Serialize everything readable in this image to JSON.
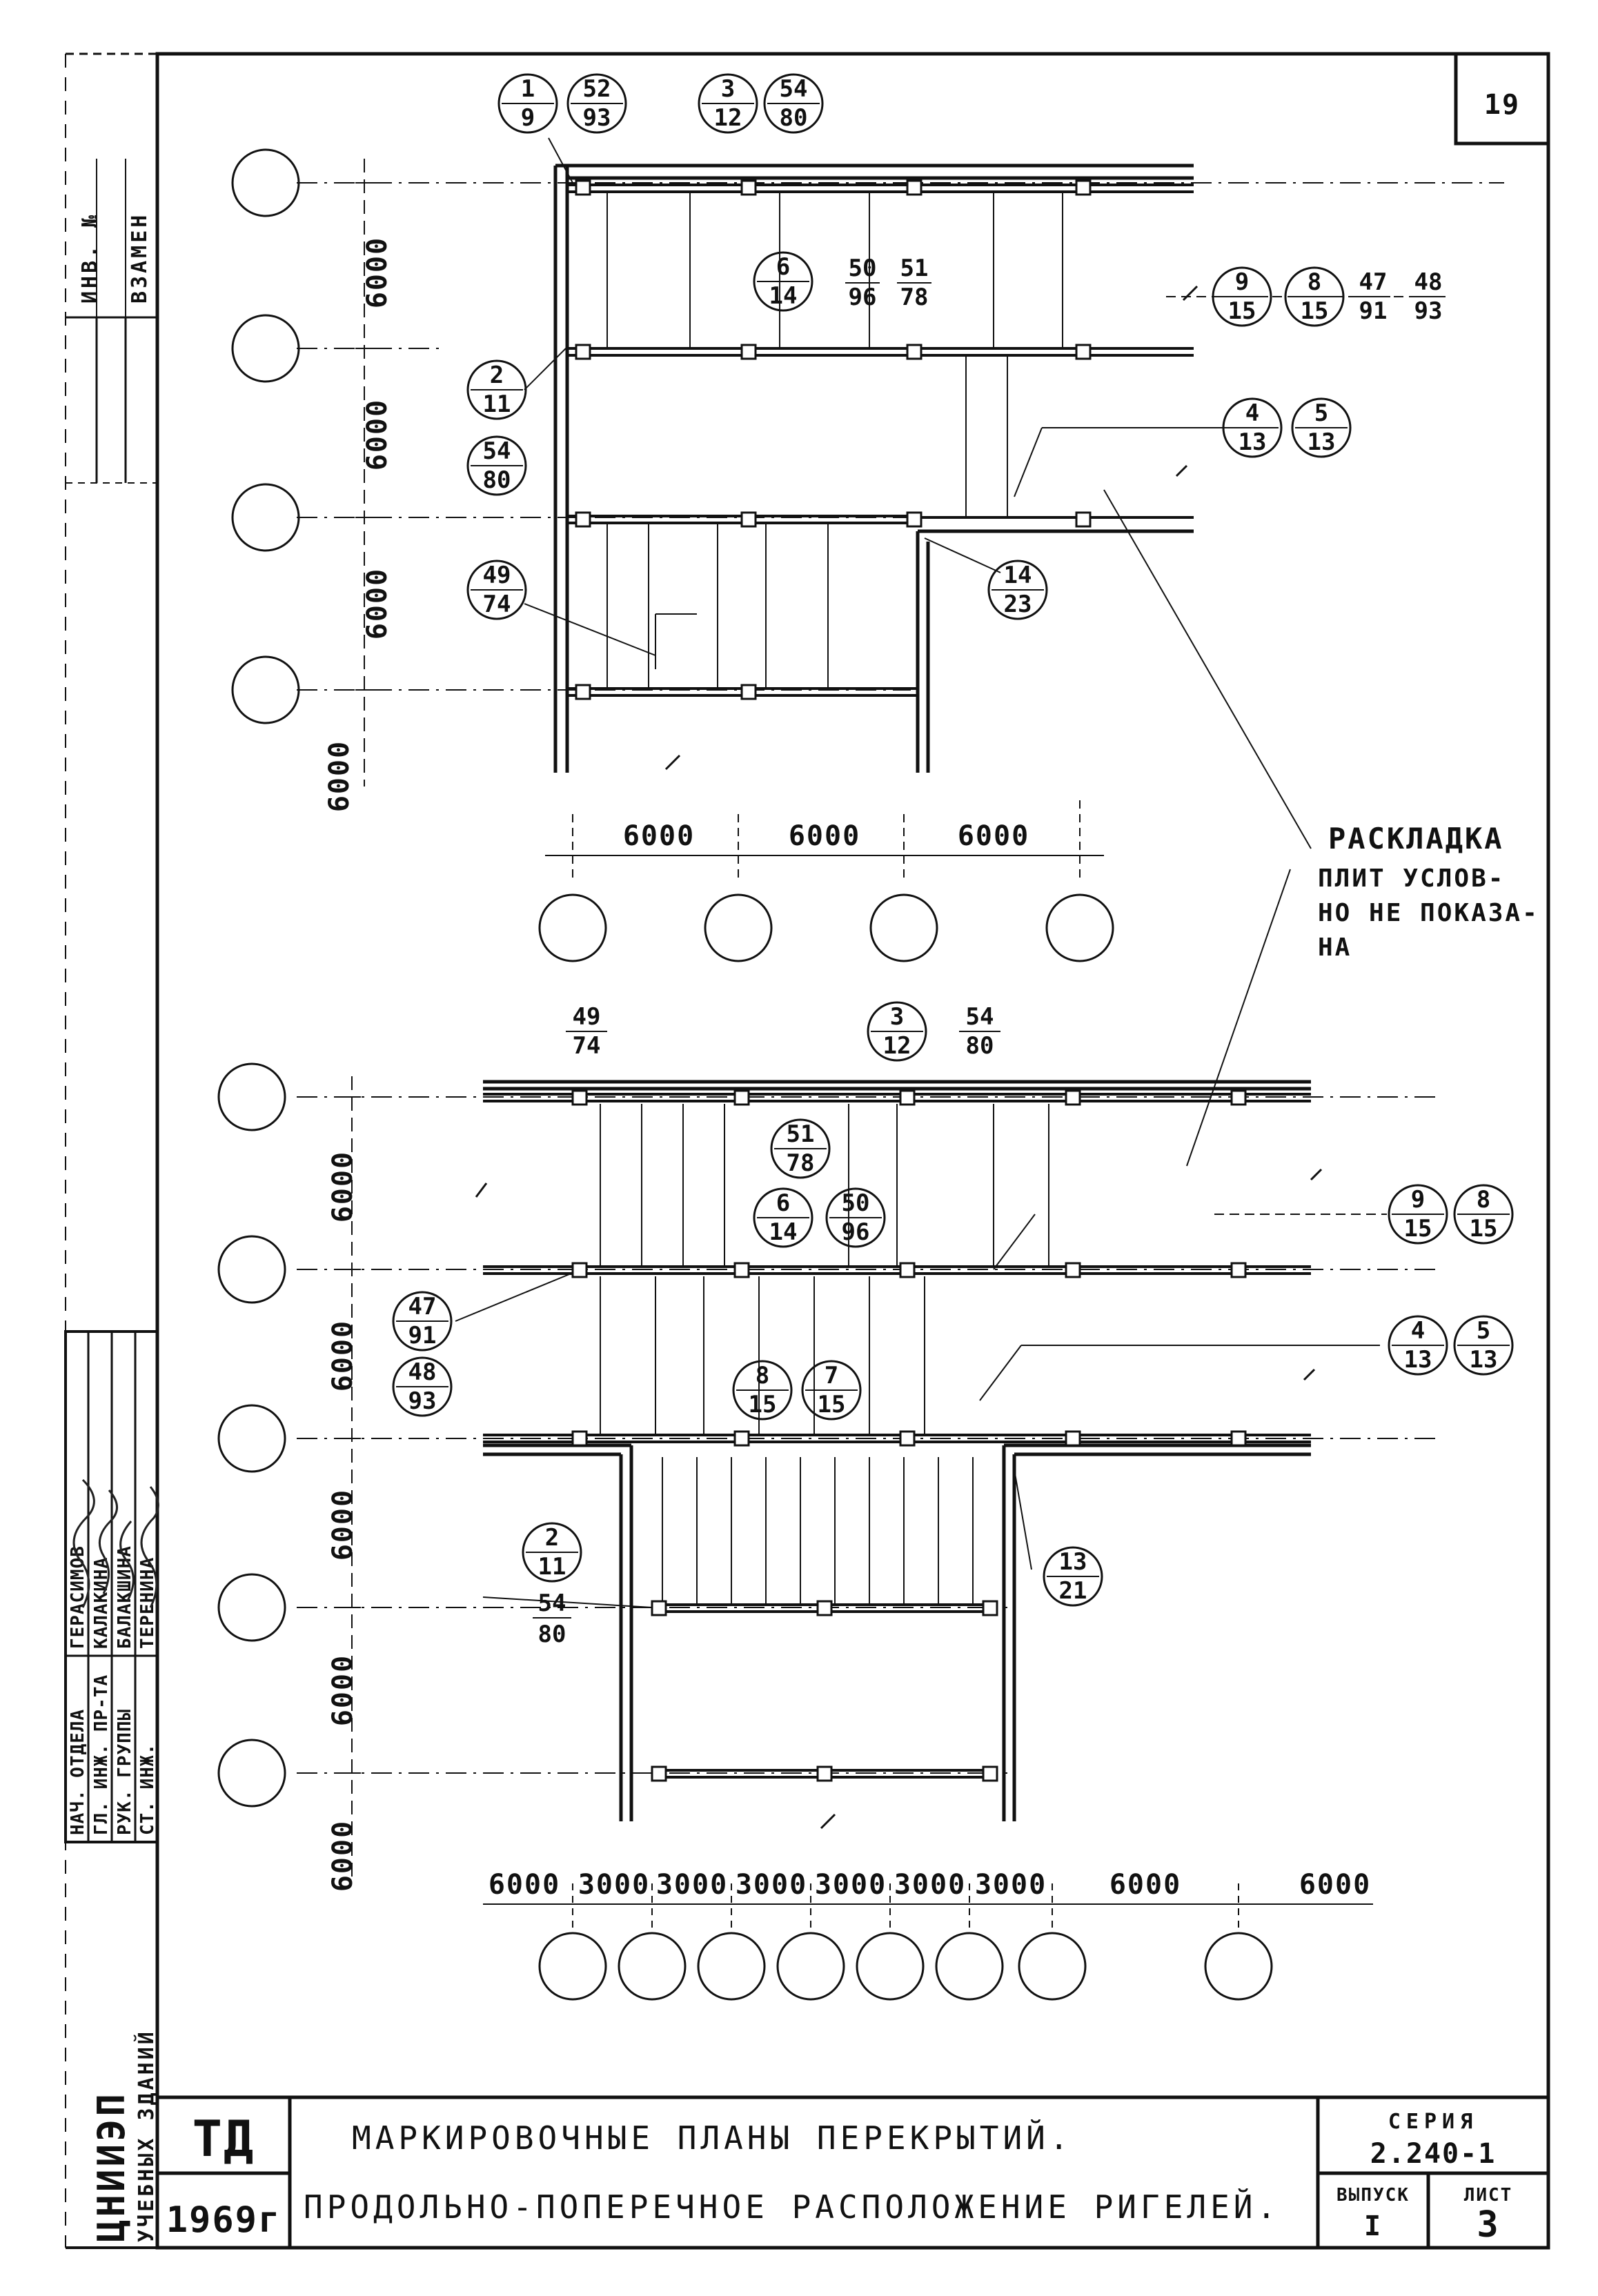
{
  "sheet_number": "19",
  "title_block": {
    "code": "ТД",
    "year": "1969г",
    "title_line1": "МАРКИРОВОЧНЫЕ ПЛАНЫ ПЕРЕКРЫТИЙ.",
    "title_line2": "ПРОДОЛЬНО-ПОПЕРЕЧНОЕ РАСПОЛОЖЕНИЕ РИГЕЛЕЙ.",
    "series_label": "СЕРИЯ",
    "series_value": "2.240-1",
    "issue_label": "ВЫПУСК",
    "issue_value": "I",
    "sheet_label": "ЛИСТ",
    "sheet_value": "3"
  },
  "org": {
    "name": "ЦНИИЭП",
    "subtitle": "УЧЕБНЫХ ЗДАНИЙ"
  },
  "side_stamp": {
    "inv_label": "ИНВ. №",
    "vzamen_label": "ВЗАМЕН"
  },
  "staff": [
    {
      "role": "НАЧ. ОТДЕЛА",
      "name": "ГЕРАСИМОВ"
    },
    {
      "role": "ГЛ. ИНЖ. ПР-ТА",
      "name": "КАЛАКИНА"
    },
    {
      "role": "РУК. ГРУППЫ",
      "name": "БАЛАКШИНА"
    },
    {
      "role": "СТ. ИНЖ.",
      "name": "ТЕРЕНИНА"
    }
  ],
  "note": {
    "line1": "РАСКЛАДКА",
    "line2": "ПЛИТ УСЛОВ-",
    "line3": "НО НЕ ПОКАЗА-",
    "line4": "НА"
  },
  "plan_top": {
    "vertical_dims": [
      "6000",
      "6000",
      "6000",
      "6000"
    ],
    "horizontal_dims": [
      "6000",
      "6000",
      "6000"
    ],
    "marks": [
      {
        "top": "1",
        "bottom": "9"
      },
      {
        "top": "52",
        "bottom": "93"
      },
      {
        "top": "3",
        "bottom": "12"
      },
      {
        "top": "54",
        "bottom": "80"
      },
      {
        "top": "6",
        "bottom": "14"
      },
      {
        "top": "9",
        "bottom": "15"
      },
      {
        "top": "8",
        "bottom": "15"
      },
      {
        "top": "2",
        "bottom": "11"
      },
      {
        "top": "54",
        "bottom": "80"
      },
      {
        "top": "4",
        "bottom": "13"
      },
      {
        "top": "5",
        "bottom": "13"
      },
      {
        "top": "49",
        "bottom": "74"
      },
      {
        "top": "14",
        "bottom": "23"
      }
    ],
    "fractions": [
      {
        "top": "50",
        "bottom": "96"
      },
      {
        "top": "51",
        "bottom": "78"
      },
      {
        "top": "47",
        "bottom": "91"
      },
      {
        "top": "48",
        "bottom": "93"
      }
    ]
  },
  "plan_bottom": {
    "vertical_dims": [
      "6000",
      "6000",
      "6000",
      "6000",
      "6000"
    ],
    "horizontal_dims": [
      "6000",
      "3000",
      "3000",
      "3000",
      "3000",
      "3000",
      "3000",
      "6000",
      "6000"
    ],
    "marks": [
      {
        "top": "3",
        "bottom": "12"
      },
      {
        "top": "51",
        "bottom": "78"
      },
      {
        "top": "6",
        "bottom": "14"
      },
      {
        "top": "50",
        "bottom": "96"
      },
      {
        "top": "9",
        "bottom": "15"
      },
      {
        "top": "8",
        "bottom": "15"
      },
      {
        "top": "47",
        "bottom": "91"
      },
      {
        "top": "48",
        "bottom": "93"
      },
      {
        "top": "4",
        "bottom": "13"
      },
      {
        "top": "5",
        "bottom": "13"
      },
      {
        "top": "8",
        "bottom": "15"
      },
      {
        "top": "7",
        "bottom": "15"
      },
      {
        "top": "13",
        "bottom": "21"
      },
      {
        "top": "2",
        "bottom": "11"
      },
      {
        "top": "54",
        "bottom": "80"
      }
    ],
    "fractions": [
      {
        "top": "49",
        "bottom": "74"
      },
      {
        "top": "54",
        "bottom": "80"
      }
    ]
  }
}
